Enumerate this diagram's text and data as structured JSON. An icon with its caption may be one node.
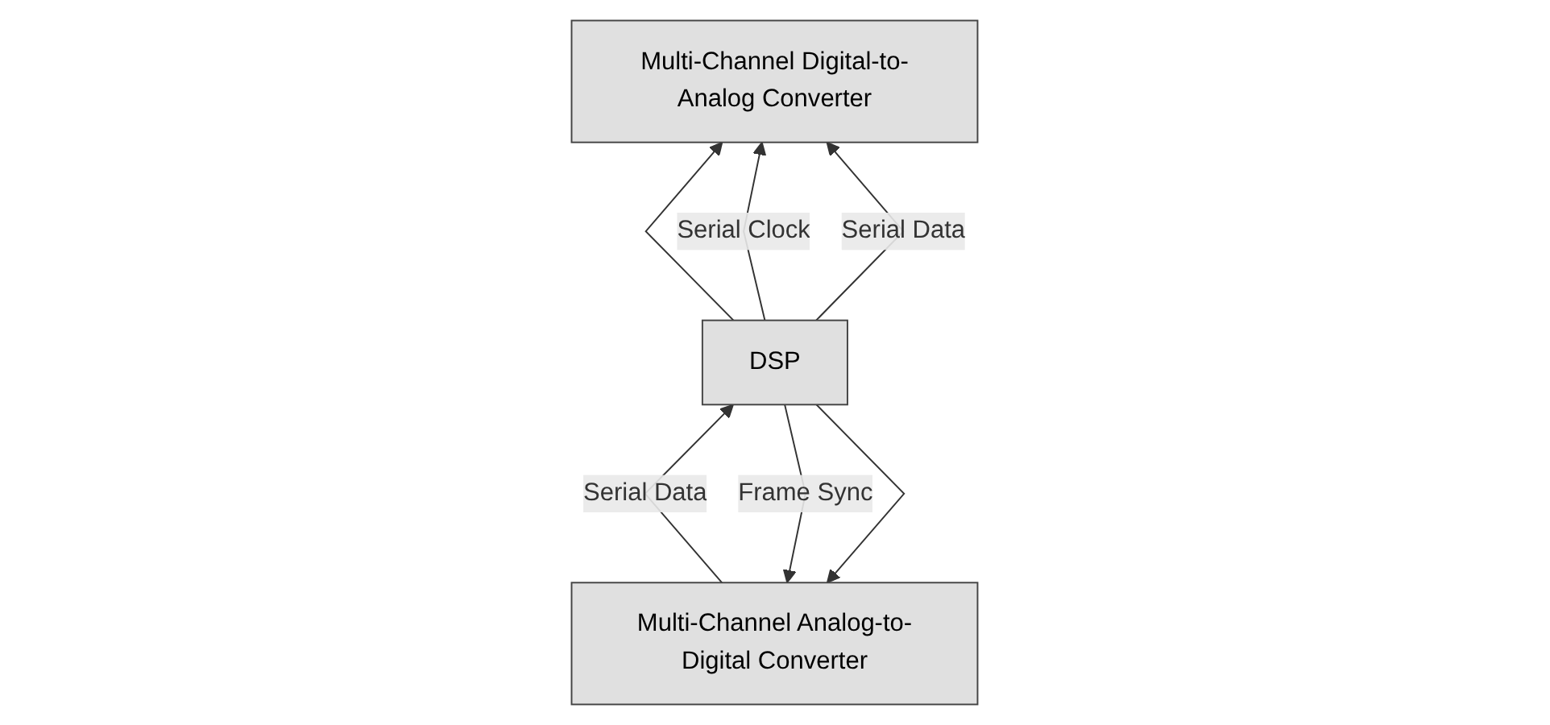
{
  "diagram": {
    "nodes": [
      {
        "text": [
          "Multi-Channel Analog-to-Digital Converter"
        ]
      },
      {
        "text": [
          "Multi-Channel Digital-to-Analog Converter"
        ]
      },
      {
        "text": [
          "DSP"
        ]
      }
    ],
    "edges": [
      {
        "from": 2,
        "to": 0,
        "arrow": "to",
        "label": "Frame Sync"
      },
      {
        "from": 2,
        "to": 1,
        "arrow": "to"
      },
      {
        "from": 2,
        "to": 0,
        "arrow": "to"
      },
      {
        "from": 2,
        "to": 1,
        "arrow": "to",
        "label": "Serial Clock"
      },
      {
        "from": 0,
        "to": 2,
        "arrow": "to",
        "label": "Serial Data"
      },
      {
        "from": 2,
        "to": 1,
        "arrow": "to",
        "label": "Serial Data"
      }
    ]
  }
}
